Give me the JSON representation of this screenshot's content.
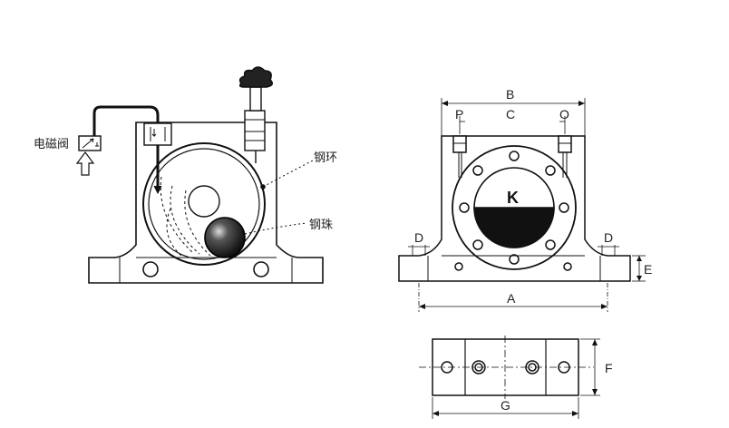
{
  "left_view": {
    "solenoid_label": "电磁阀",
    "ring_label": "钢环",
    "ball_label": "钢珠"
  },
  "right_view": {
    "dim_b": "B",
    "dim_c": "C",
    "port_p": "P",
    "port_o": "O",
    "chamber_k": "K",
    "dim_d_left": "D",
    "dim_d_right": "D",
    "dim_e": "E",
    "dim_a": "A"
  },
  "bottom_view": {
    "dim_f": "F",
    "dim_g": "G"
  }
}
